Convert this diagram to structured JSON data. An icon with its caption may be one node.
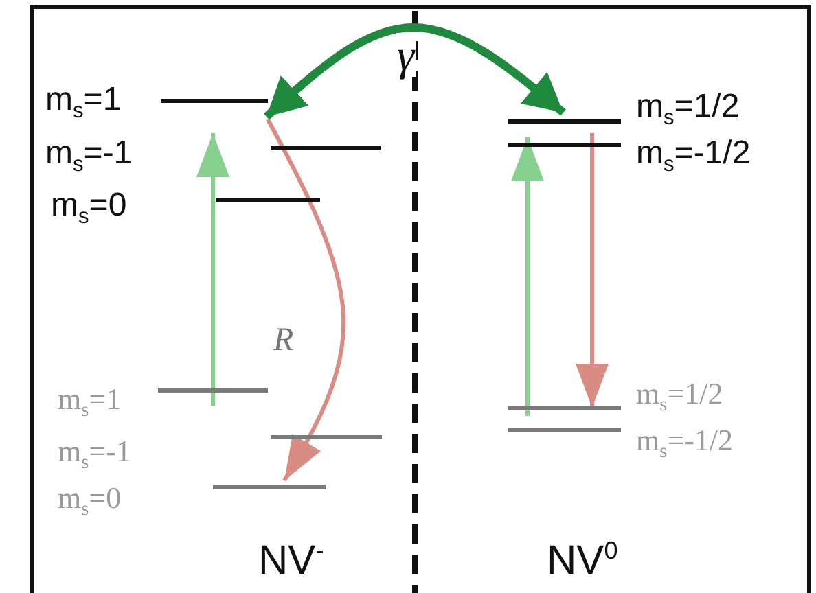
{
  "diagram": {
    "nodes": [
      {
        "text": [],
        "shape": "bar"
      },
      {
        "text": [],
        "shape": "bar"
      },
      {
        "text": [],
        "shape": "bar"
      },
      {
        "text": [],
        "shape": "bar"
      },
      {
        "text": [],
        "shape": "bar"
      },
      {
        "text": [],
        "shape": "bar"
      },
      {
        "text": [],
        "shape": "bar"
      },
      {
        "text": [],
        "shape": "bar"
      },
      {
        "text": [],
        "shape": "bar"
      },
      {
        "text": [],
        "shape": "bar"
      }
    ],
    "edges": [
      {
        "from": 3,
        "to": 0,
        "arrow": "to",
        "color": "#86d18f"
      },
      {
        "from": 0,
        "to": 5,
        "arrow": "to",
        "color": "#d98c84",
        "label": "R"
      },
      {
        "from": 8,
        "to": 7,
        "arrow": "to",
        "color": "#86d18f"
      },
      {
        "from": 7,
        "to": 8,
        "arrow": "to",
        "color": "#d98c84"
      },
      {
        "from": 0,
        "to": 6,
        "arrow": "both",
        "color": "#1f8a3e",
        "style": "thick",
        "label": "γ"
      }
    ],
    "labels": [
      "m$_{s}$=1",
      "m$_{s}$=-1",
      "m$_{s}$=0",
      "m$_{s}$=1/2",
      "m$_{s}$=-1/2",
      "m$_{s}$=1",
      "m$_{s}$=-1",
      "m$_{s}$=0",
      "m$_{s}$=1/2",
      "m$_{s}$=-1/2",
      "NV$^{-}$",
      "NV$^{0}$"
    ]
  }
}
